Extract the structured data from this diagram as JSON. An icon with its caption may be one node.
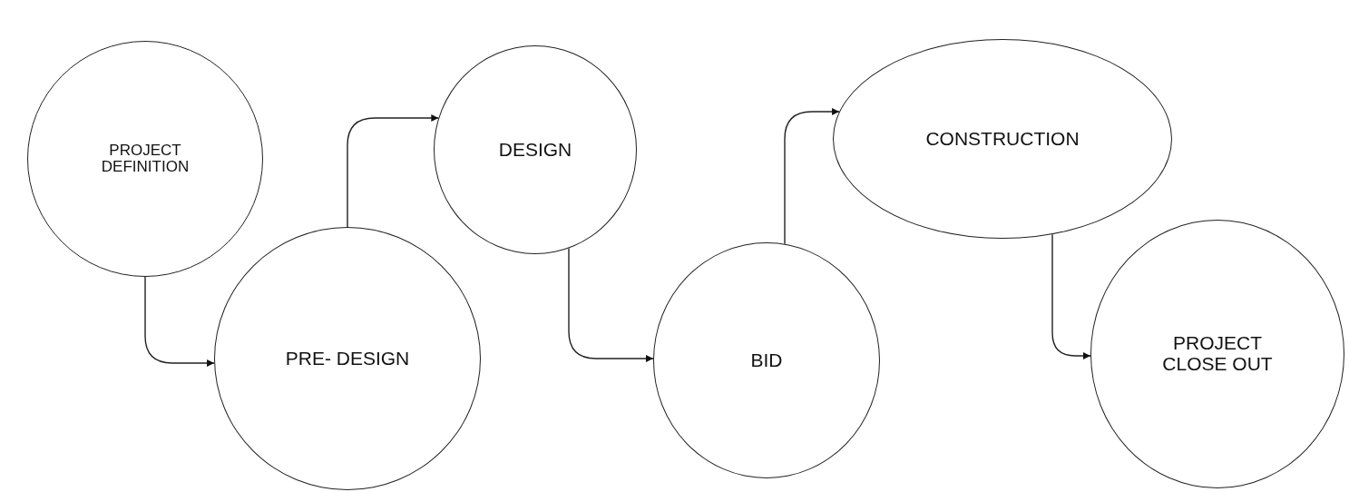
{
  "diagram": {
    "nodes": [
      {
        "text": [
          "PROJECT DEFINITION"
        ]
      },
      {
        "text": [
          "PRE- DESIGN"
        ]
      },
      {
        "text": [
          "DESIGN"
        ]
      },
      {
        "text": [
          "BID"
        ]
      },
      {
        "text": [
          "CONSTRUCTION"
        ]
      },
      {
        "text": [
          "PROJECT CLOSE OUT"
        ]
      }
    ],
    "edges": [
      {
        "from": 0,
        "to": 1,
        "arrow": "to"
      },
      {
        "from": 1,
        "to": 2,
        "arrow": "to"
      },
      {
        "from": 2,
        "to": 3,
        "arrow": "to"
      },
      {
        "from": 3,
        "to": 4,
        "arrow": "to"
      },
      {
        "from": 4,
        "to": 5,
        "arrow": "to"
      }
    ]
  }
}
